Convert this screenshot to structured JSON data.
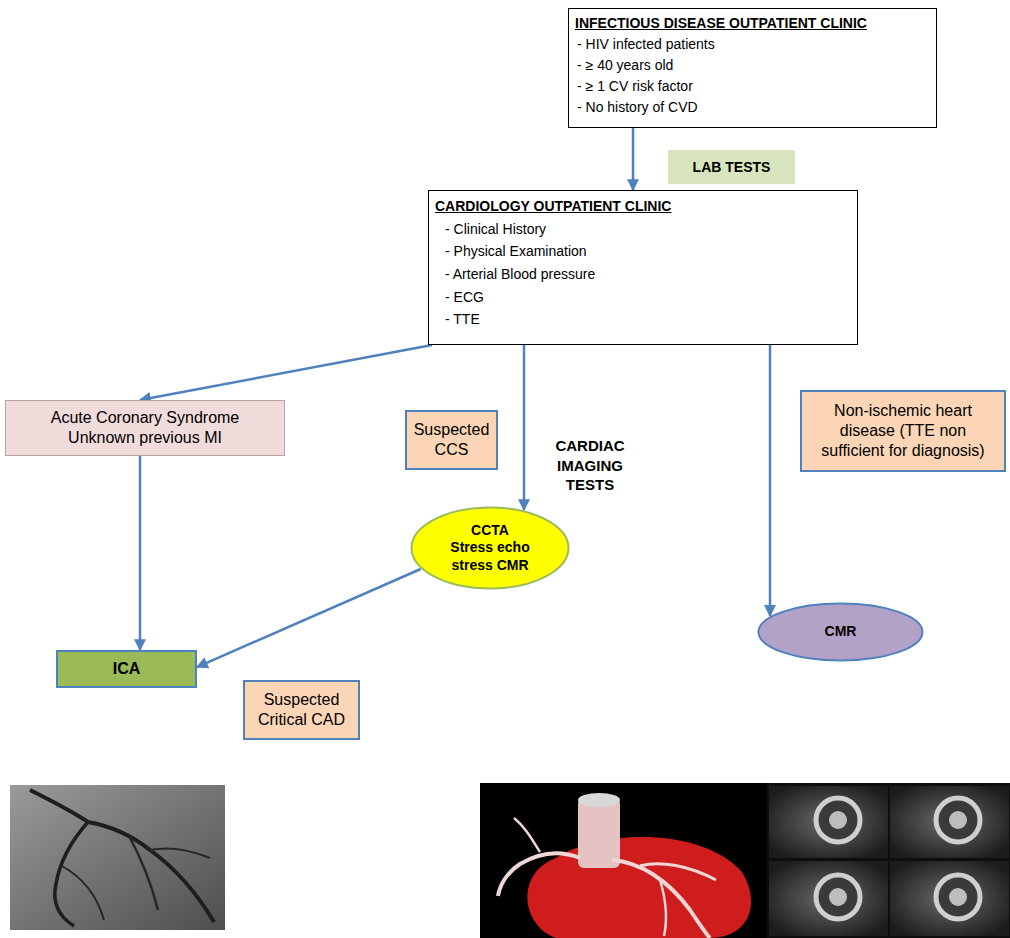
{
  "diagram": {
    "nodes": [
      {
        "text": [
          "INFECTIOUS DISEASE OUTPATIENT CLINIC",
          "- HIV infected patients",
          "- ≥ 40 years old",
          "- ≥ 1 CV risk factor",
          "- No history of CVD"
        ]
      },
      {
        "text": [
          "CARDIOLOGY OUTPATIENT CLINIC",
          "- Clinical History",
          "- Physical Examination",
          "- Arterial Blood pressure",
          "- ECG",
          "- TTE"
        ]
      },
      {
        "text": [
          "Acute Coronary Syndrome",
          "Unknown previous MI"
        ]
      },
      {
        "text": [
          "Suspected CCS"
        ]
      },
      {
        "text": [
          "Non-ischemic heart disease (TTE non sufficient for diagnosis)"
        ]
      },
      {
        "text": [
          "CCTA Stress echo stress CMR"
        ]
      },
      {
        "text": [
          "CMR"
        ]
      },
      {
        "text": [
          "ICA"
        ]
      },
      {
        "text": [
          "Suspected Critical CAD"
        ]
      }
    ],
    "edges": [
      {
        "from": 0,
        "to": 1,
        "arrow": "to",
        "label": "LAB TESTS"
      },
      {
        "from": 1,
        "to": 2,
        "arrow": "to"
      },
      {
        "from": 1,
        "to": 5,
        "arrow": "to"
      },
      {
        "from": 1,
        "to": 6,
        "arrow": "to"
      },
      {
        "from": 2,
        "to": 7,
        "arrow": "to"
      },
      {
        "from": 5,
        "to": 7,
        "arrow": "to"
      }
    ],
    "labels": [
      "CARDIAC IMAGING TESTS"
    ]
  }
}
